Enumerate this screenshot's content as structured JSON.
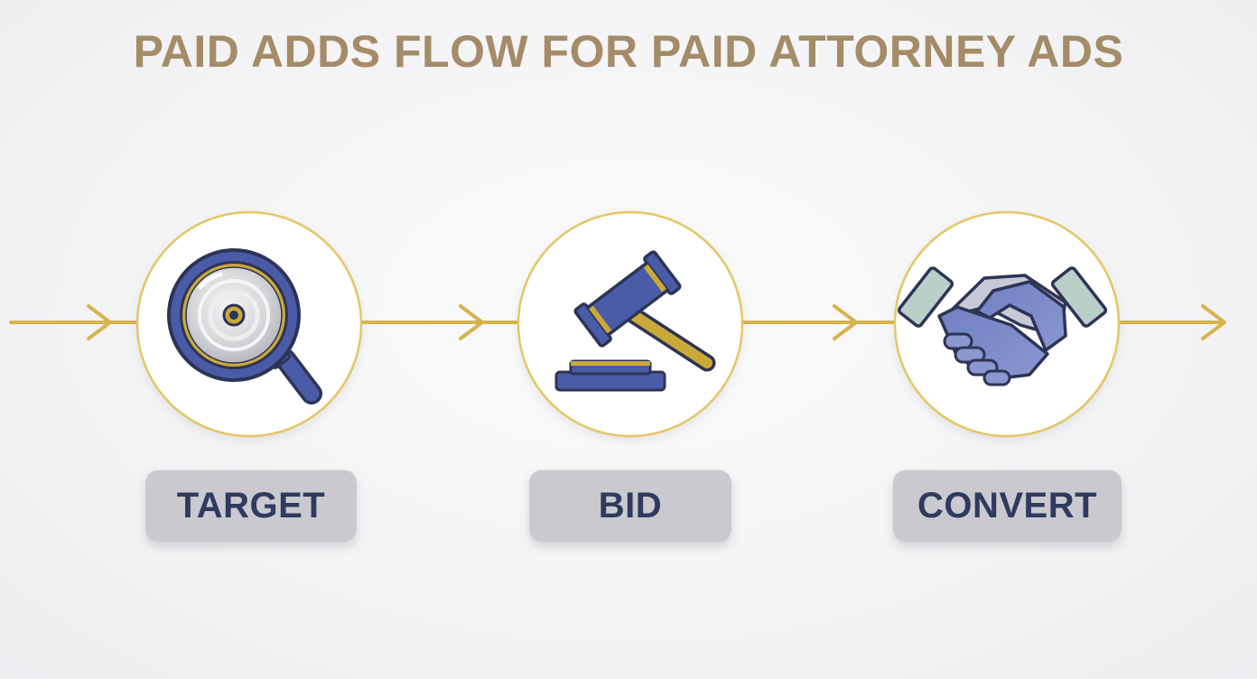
{
  "title": "PAID ADDS FLOW FOR PAID ATTORNEY ADS",
  "steps": [
    {
      "label": "TARGET",
      "icon": "magnifying-glass-icon"
    },
    {
      "label": "BID",
      "icon": "gavel-icon"
    },
    {
      "label": "CONVERT",
      "icon": "handshake-icon"
    }
  ],
  "colors": {
    "title": "#a48c68",
    "arrow": "#d6b44c",
    "circle_border": "#e3c766",
    "label_bg": "#c9c9cf",
    "label_text": "#2f3a5e",
    "icon_blue": "#4a5ba8",
    "icon_outline": "#2d3455",
    "icon_gold": "#c9a93a"
  }
}
